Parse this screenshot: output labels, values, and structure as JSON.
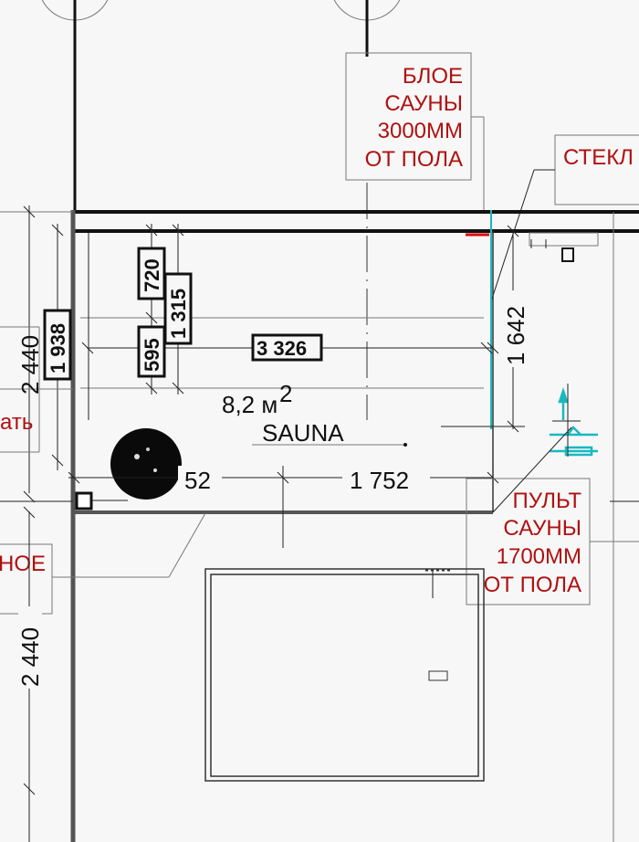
{
  "drawing": {
    "labels": {
      "sauna_ceiling": [
        "БЛОЕ",
        "САУНЫ",
        "3000ММ",
        "ОТ ПОЛА"
      ],
      "glass": "СТЕКЛ",
      "sauna_panel": [
        "ПУЛЬТ",
        "САУНЫ",
        "1700ММ",
        "ОТ ПОЛА"
      ],
      "left_partial": "НОЕ",
      "left_partial_2": "ать"
    },
    "room": {
      "area": "8,2 м",
      "area_sup": "2",
      "name": "SAUNA"
    },
    "dimensions": {
      "d_2440_top": "2 440",
      "d_2440_bottom": "2 440",
      "d_1938": "1 938",
      "d_720": "720",
      "d_595": "595",
      "d_1315": "1 315",
      "d_3326": "3 326",
      "d_1642": "1 642",
      "d_52": "52",
      "d_1752": "1 752"
    },
    "colors": {
      "label_red": "#b01010",
      "cyan": "#19b8c0",
      "accent_red": "#e00000"
    }
  }
}
